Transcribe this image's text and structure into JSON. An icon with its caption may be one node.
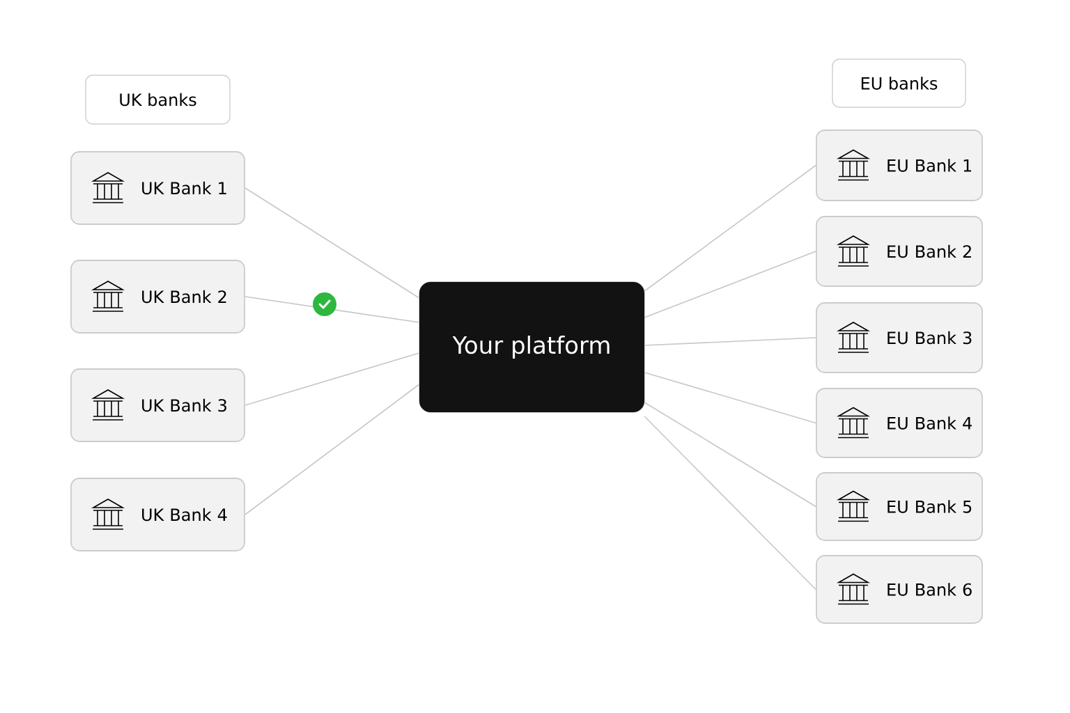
{
  "diagram": {
    "nodes": [
      {
        "text": [
          "UK banks"
        ]
      },
      {
        "text": [
          "UK Bank 1"
        ]
      },
      {
        "text": [
          "UK Bank 2"
        ]
      },
      {
        "text": [
          "UK Bank 3"
        ]
      },
      {
        "text": [
          "UK Bank 4"
        ]
      },
      {
        "text": [
          "Your platform"
        ]
      },
      {
        "text": [
          "EU banks"
        ]
      },
      {
        "text": [
          "EU Bank 1"
        ]
      },
      {
        "text": [
          "EU Bank 2"
        ]
      },
      {
        "text": [
          "EU Bank 3"
        ]
      },
      {
        "text": [
          "EU Bank 4"
        ]
      },
      {
        "text": [
          "EU Bank 5"
        ]
      },
      {
        "text": [
          "EU Bank 6"
        ]
      }
    ],
    "edges": [
      {
        "from": 1,
        "to": 5,
        "arrow": "none"
      },
      {
        "from": 2,
        "to": 5,
        "arrow": "none"
      },
      {
        "from": 3,
        "to": 5,
        "arrow": "none"
      },
      {
        "from": 4,
        "to": 5,
        "arrow": "none"
      },
      {
        "from": 5,
        "to": 7,
        "arrow": "none"
      },
      {
        "from": 5,
        "to": 8,
        "arrow": "none"
      },
      {
        "from": 5,
        "to": 9,
        "arrow": "none"
      },
      {
        "from": 5,
        "to": 10,
        "arrow": "none"
      },
      {
        "from": 5,
        "to": 11,
        "arrow": "none"
      },
      {
        "from": 5,
        "to": 12,
        "arrow": "none"
      }
    ]
  }
}
